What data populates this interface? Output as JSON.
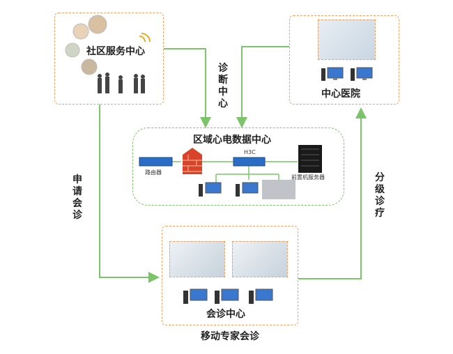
{
  "nodes": {
    "community": "社区服务中心",
    "hospital": "中心医院",
    "datacenter": "区域心电数据中心",
    "consult": "会诊中心",
    "mobile": "移动专家会诊"
  },
  "edges": {
    "diagnosis": "诊断中心",
    "apply": "申请会诊",
    "referral": "分级诊疗"
  },
  "devices": {
    "router": "路由器",
    "switch": "H3C",
    "server": "前置机服务器"
  },
  "colors": {
    "arrow": "#7cc46a",
    "box_border": "#f0a060",
    "router": "#2b6cc4"
  }
}
